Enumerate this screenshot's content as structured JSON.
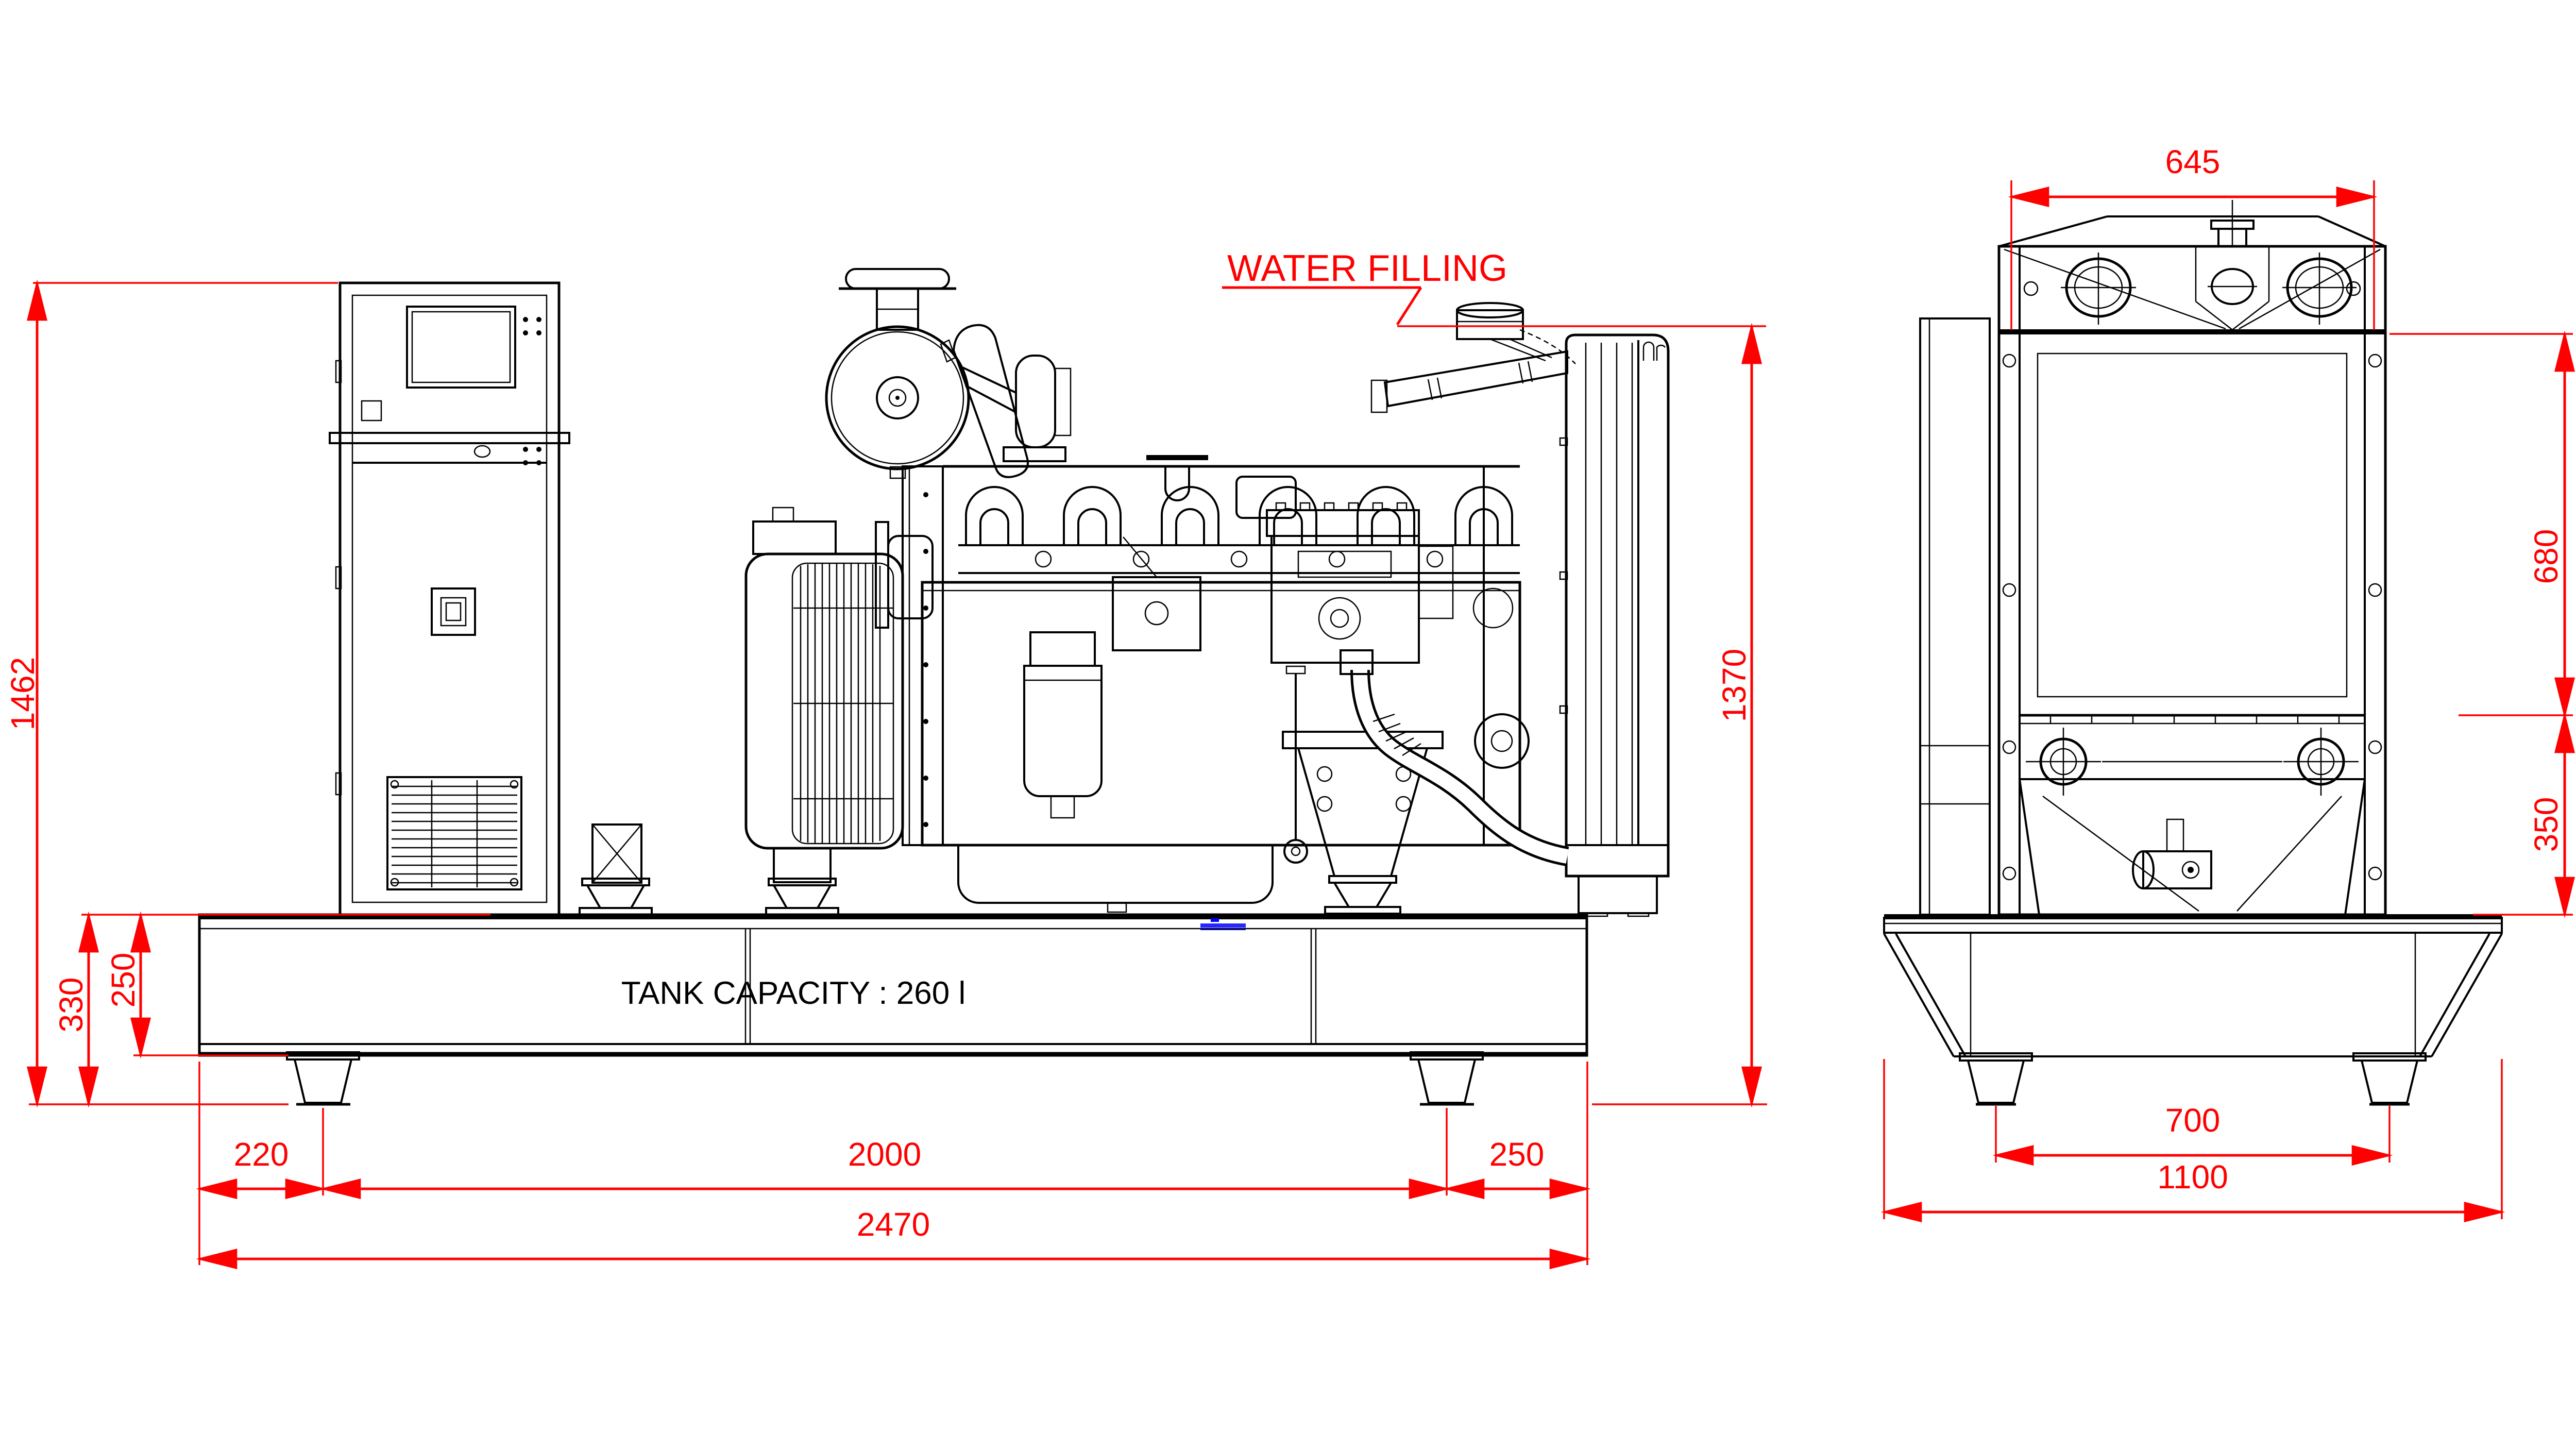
{
  "drawing": {
    "annotation_color": "#ff0000",
    "line_color": "#000000",
    "watermark_color": "#0000ff",
    "labels": {
      "water_filling": "WATER FILLING",
      "tank_capacity": "TANK CAPACITY : 260 l"
    },
    "side_view": {
      "dims": {
        "overall_height": "1462",
        "base_frame_height": "330",
        "fuel_tank_height": "250",
        "left_foot_offset": "220",
        "feet_spacing": "2000",
        "right_foot_offset": "250",
        "overall_length": "2470",
        "radiator_top_height": "1370"
      }
    },
    "end_view": {
      "dims": {
        "radiator_width": "645",
        "radiator_core_height": "680",
        "stand_lower_height": "350",
        "feet_spacing": "700",
        "overall_width": "1100"
      }
    }
  }
}
